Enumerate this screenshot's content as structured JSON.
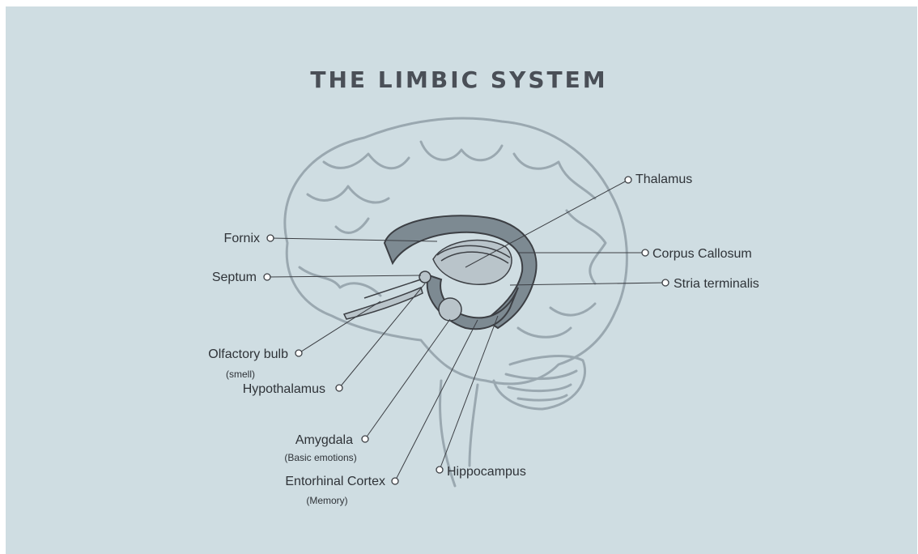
{
  "title": "THE LIMBIC SYSTEM",
  "labels": {
    "thalamus": "Thalamus",
    "corpus_callosum": "Corpus Callosum",
    "stria_terminalis": "Stria terminalis",
    "fornix": "Fornix",
    "septum": "Septum",
    "olfactory_bulb": "Olfactory bulb",
    "olfactory_bulb_note": "smell",
    "hypothalamus": "Hypothalamus",
    "amygdala": "Amygdala",
    "amygdala_note": "Basic emotions",
    "entorhinal_cortex": "Entorhinal Cortex",
    "entorhinal_cortex_note": "Memory",
    "hippocampus": "Hippocampus"
  },
  "colors": {
    "background": "#cfdde2",
    "brain_outline": "#9aa8b0",
    "limbic_fill": "#7d8a92",
    "limbic_light": "#b9c4ca",
    "text": "#2f3338"
  }
}
